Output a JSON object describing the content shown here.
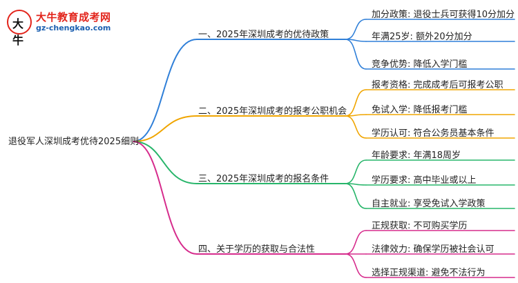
{
  "logo": {
    "title": "大牛教育成考网",
    "url": "gz-chengkao.com",
    "glyph": "大牛"
  },
  "root": {
    "label": "退役军人深圳成考优待2025细则"
  },
  "branches": [
    {
      "label": "一、2025年深圳成考的优待政策",
      "color": "#2f7fd8",
      "children": [
        "加分政策: 退役士兵可获得10分加分",
        "年满25岁: 额外20分加分",
        "竞争优势: 降低入学门槛"
      ]
    },
    {
      "label": "二、2025年深圳成考的报考公职机会",
      "color": "#f0a500",
      "children": [
        "报考资格: 完成成考后可报考公职",
        "免试入学: 降低报考门槛",
        "学历认可: 符合公务员基本条件"
      ]
    },
    {
      "label": "三、2025年深圳成考的报名条件",
      "color": "#27b56a",
      "children": [
        "年龄要求: 年满18周岁",
        "学历要求: 高中毕业或以上",
        "自主就业: 享受免试入学政策"
      ]
    },
    {
      "label": "四、关于学历的获取与合法性",
      "color": "#d62b8c",
      "children": [
        "正规获取: 不可购买学历",
        "法律效力: 确保学历被社会认可",
        "选择正规渠道: 避免不法行为"
      ]
    }
  ]
}
